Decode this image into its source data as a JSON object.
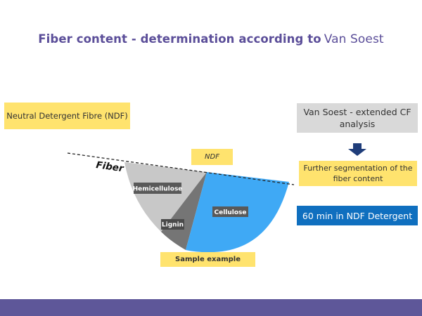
{
  "title": {
    "part1": "Fiber content - determination according to",
    "part2": "Van Soest"
  },
  "left_box": {
    "text": "Neutral Detergent Fibre (NDF)"
  },
  "right_panel": {
    "extended_label": "Van Soest - extended CF analysis",
    "segmentation_label": "Further segmentation of the fiber content",
    "duration_label": "60 min in NDF Detergent"
  },
  "diagram": {
    "fiber_label": "Fiber",
    "ndf_label": "NDF",
    "sample_label": "Sample example",
    "segments": [
      {
        "name": "Hemicellulose",
        "color": "#c8c8c8"
      },
      {
        "name": "Lignin",
        "color": "#757575"
      },
      {
        "name": "Cellulose",
        "color": "#3fa9f5"
      }
    ]
  },
  "colors": {
    "title": "#5b4e99",
    "yellow": "#ffe36e",
    "gray_box": "#d9d9d9",
    "blue_box": "#0f6fbf",
    "arrow": "#1f3d7a",
    "footer": "#5e5799"
  }
}
